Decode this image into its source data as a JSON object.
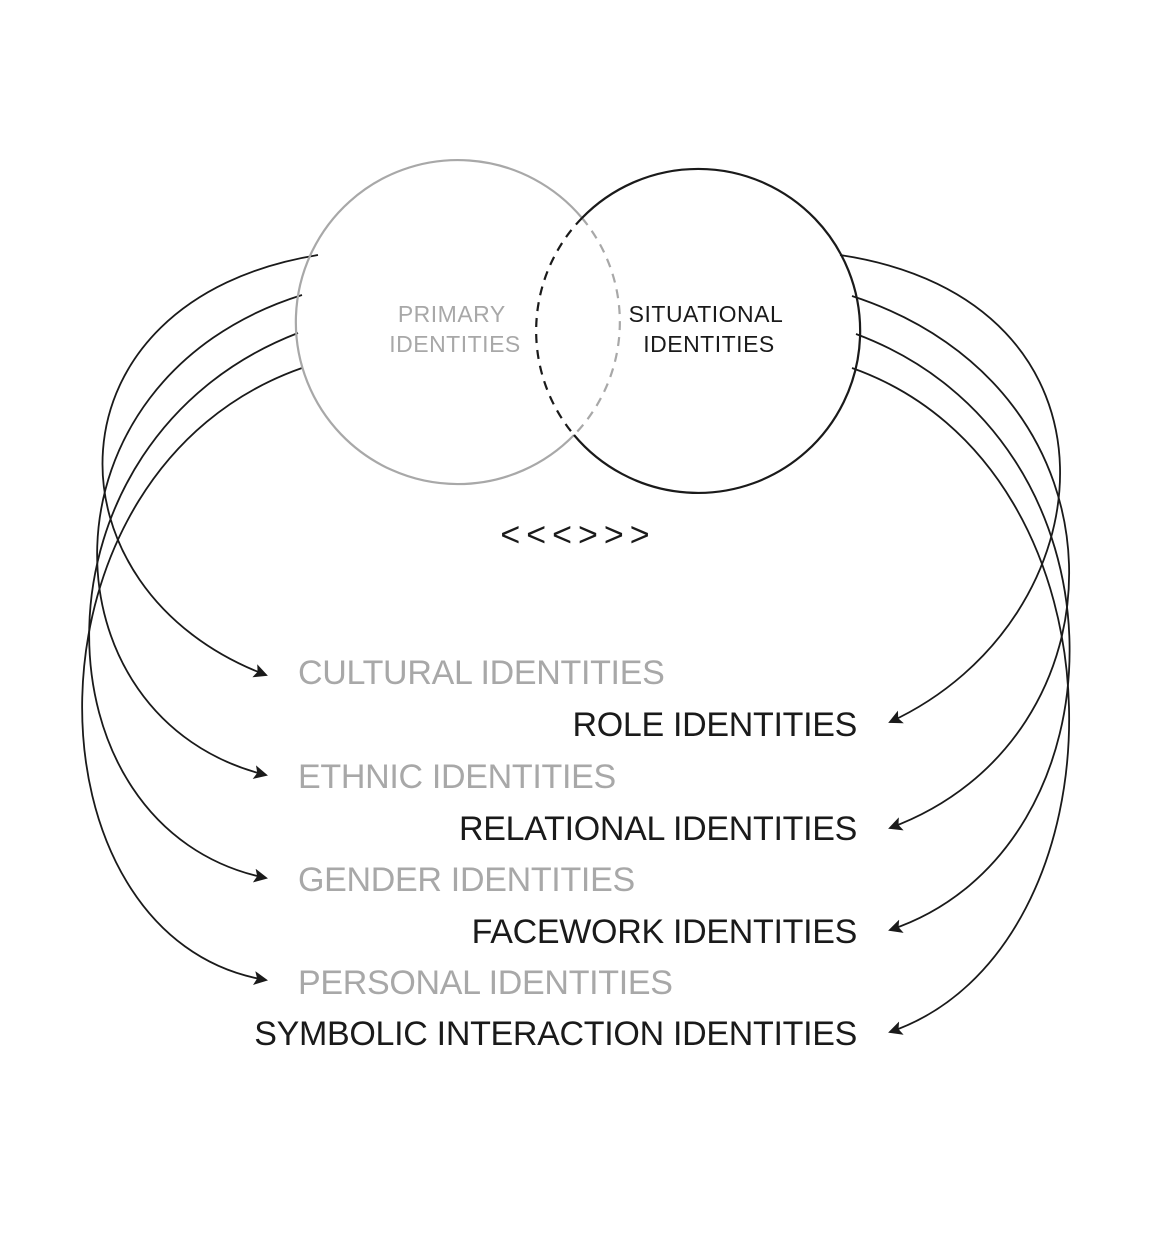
{
  "colors": {
    "primary": "#a8a8a8",
    "situational": "#1a1a1a",
    "background": "#ffffff"
  },
  "circles": {
    "primary": {
      "line1": "PRIMARY",
      "line2": "IDENTITIES"
    },
    "situational": {
      "line1": "SITUATIONAL",
      "line2": "IDENTITIES"
    }
  },
  "exchange_symbol": "<<<>>>",
  "primary_list": [
    "CULTURAL IDENTITIES",
    "ETHNIC IDENTITIES",
    "GENDER IDENTITIES",
    "PERSONAL IDENTITIES"
  ],
  "situational_list": [
    "ROLE IDENTITIES",
    "RELATIONAL IDENTITIES",
    "FACEWORK IDENTITIES",
    "SYMBOLIC INTERACTION IDENTITIES"
  ]
}
